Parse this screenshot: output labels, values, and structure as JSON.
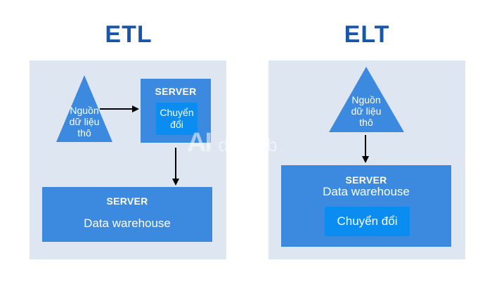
{
  "etl": {
    "title": "ETL",
    "source": {
      "line1": "Nguồn",
      "line2": "dữ liệu",
      "line3": "thô"
    },
    "server_top": {
      "label": "SERVER",
      "transform": "Chuyển đổi"
    },
    "server_bottom": {
      "label": "SERVER",
      "warehouse": "Data warehouse"
    }
  },
  "elt": {
    "title": "ELT",
    "source": {
      "line1": "Nguồn",
      "line2": "dữ liệu",
      "line3": "thô"
    },
    "server": {
      "label": "SERVER",
      "warehouse": "Data warehouse",
      "transform": "Chuyển đổi"
    }
  },
  "watermark": {
    "logo": "AI",
    "text": "digihub"
  },
  "colors": {
    "title": "#1756a9",
    "panel": "#dde6f1",
    "box": "#3b8ae0",
    "inner": "#0a8cf0",
    "arrow": "#000000"
  }
}
